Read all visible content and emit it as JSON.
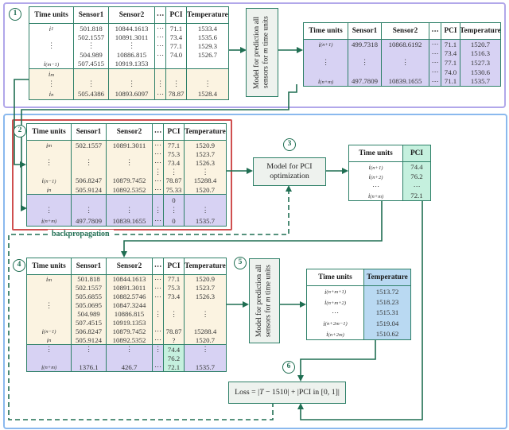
{
  "colors": {
    "white": "#ffffff",
    "beige": "#fbf3e1",
    "lavender": "#d7d2f3",
    "mint": "#c5f0de",
    "blue": "#b9d9f2",
    "green_line": "#1f6e52",
    "table_border": "#2e8068",
    "red_box": "#cf4f4f",
    "purple_box": "#b1a7ea",
    "blue_box": "#8ab9ee"
  },
  "steps": [
    "1",
    "2",
    "3",
    "4",
    "5",
    "6"
  ],
  "backprop_label": "backpropagation",
  "loss_formula": "Loss = |T − 1510| + |PCI in [0, 1]|",
  "models": {
    "predict": {
      "line1": "Model for prediction all",
      "line2": "sensors for m time units"
    },
    "pci": {
      "line1": "Model for PCI",
      "line2": "optimization"
    }
  },
  "tables": {
    "t1": {
      "headers": [
        "Time units",
        "Sensor1",
        "Sensor2",
        "⋯",
        "PCI",
        "Temperature"
      ],
      "sections": [
        {
          "bg": "white",
          "rows": [
            [
              "i_1",
              "501.818",
              "10844.1613",
              "⋯",
              "71.1",
              "1533.4"
            ],
            [
              "",
              "502.1557",
              "10891.3011",
              "⋯",
              "73.4",
              "1535.6"
            ],
            [
              "⋮",
              "⋮",
              "⋮",
              "⋯",
              "77.1",
              "1529.3"
            ],
            [
              "",
              "504.989",
              "10886.815",
              "⋯",
              "74.0",
              "1526.7"
            ],
            [
              "i_(m−1)",
              "507.4515",
              "10919.1353",
              "",
              "",
              ""
            ]
          ]
        },
        {
          "bg": "beige",
          "rows": [
            [
              "i_m",
              "",
              "",
              "",
              "",
              ""
            ],
            [
              "⋮",
              "⋮",
              "⋮",
              "⋮",
              "⋮",
              "⋮"
            ],
            [
              "i_n",
              "505.4386",
              "10893.6097",
              "⋯",
              "78.87",
              "1528.4"
            ]
          ]
        }
      ]
    },
    "t1_pred": {
      "headers": [
        "Time units",
        "Sensor1",
        "Sensor2",
        "⋯",
        "PCI",
        "Temperature"
      ],
      "sections": [
        {
          "bg": "lavender",
          "rows": [
            [
              "i_(n+1)",
              "499.7318",
              "10868.6192",
              "⋯",
              "71.1",
              "1520.7"
            ],
            [
              "",
              "",
              "",
              "⋯",
              "73.4",
              "1516.3"
            ],
            [
              "⋮",
              "⋮",
              "⋮",
              "⋯",
              "77.1",
              "1527.3"
            ],
            [
              "",
              "",
              "",
              "⋯",
              "74.0",
              "1530.6"
            ],
            [
              "i_(n+m)",
              "497.7809",
              "10839.1655",
              "⋯",
              "71.1",
              "1535.7"
            ]
          ]
        }
      ]
    },
    "t2": {
      "headers": [
        "Time units",
        "Sensor1",
        "Sensor2",
        "⋯",
        "PCI",
        "Temperature"
      ],
      "sections": [
        {
          "bg": "beige",
          "rows": [
            [
              "i_m",
              "502.1557",
              "10891.3011",
              "⋯",
              "77.1",
              "1520.9"
            ],
            [
              "",
              "",
              "",
              "⋯",
              "75.3",
              "1523.7"
            ],
            [
              "⋮",
              "⋮",
              "⋮",
              "⋯",
              "73.4",
              "1526.3"
            ],
            [
              "",
              "",
              "",
              "⋮",
              "⋮",
              "⋮"
            ],
            [
              "i_(n−1)",
              "506.8247",
              "10879.7452",
              "⋯",
              "78.87",
              "15288.4"
            ],
            [
              "i_n",
              "505.9124",
              "10892.5352",
              "⋯",
              "75.33",
              "1520.7"
            ]
          ]
        },
        {
          "bg": "lavender",
          "rows": [
            [
              "",
              "",
              "",
              "",
              "0",
              ""
            ],
            [
              "⋮",
              "⋮",
              "⋮",
              "⋮",
              "⋮",
              "⋮"
            ],
            [
              "i_(n+m)",
              "497.7809",
              "10839.1655",
              "⋯",
              "0",
              "1535.7"
            ]
          ]
        }
      ]
    },
    "t3": {
      "headers": [
        "Time units",
        "PCI"
      ],
      "header_bg": [
        null,
        "mint"
      ],
      "col_bg": [
        null,
        "mint"
      ],
      "sections": [
        {
          "bg": "white",
          "rows": [
            [
              "i_(n+1)",
              "74.4"
            ],
            [
              "i_(n+2)",
              "76.2"
            ],
            [
              "⋯",
              "⋯"
            ],
            [
              "i_(n+m)",
              "72.1"
            ]
          ]
        }
      ]
    },
    "t4": {
      "headers": [
        "Time units",
        "Sensor1",
        "Sensor2",
        "⋯",
        "PCI",
        "Temperature"
      ],
      "sections": [
        {
          "bg": "beige",
          "rows": [
            [
              "i_m",
              "501.818",
              "10844.1613",
              "⋯",
              "77.1",
              "1520.9"
            ],
            [
              "",
              "502.1557",
              "10891.3011",
              "⋯",
              "75.3",
              "1523.7"
            ],
            [
              "",
              "505.6855",
              "10882.5746",
              "⋯",
              "73.4",
              "1526.3"
            ],
            [
              "⋮",
              "505.0695",
              "10847.3244",
              "",
              "",
              ""
            ],
            [
              "",
              "504.989",
              "10886.815",
              "⋮",
              "⋮",
              "⋮"
            ],
            [
              "",
              "507.4515",
              "10919.1353",
              "",
              "",
              ""
            ],
            [
              "i_(n−1)",
              "506.8247",
              "10879.7452",
              "⋯",
              "78.87",
              "15288.4"
            ],
            [
              "i_n",
              "505.9124",
              "10892.5352",
              "⋯",
              "?",
              "1520.7"
            ]
          ]
        },
        {
          "bg": "lavender",
          "rows": [
            [
              "⋮",
              "⋮",
              "⋮",
              "⋮",
              {
                "t": "74.4",
                "bg": "mint"
              },
              "⋮"
            ],
            [
              "",
              "",
              "",
              "",
              {
                "t": "76.2",
                "bg": "mint"
              },
              ""
            ],
            [
              "i_(n+m)",
              "1376.1",
              "426.7",
              "⋯",
              {
                "t": "72.1",
                "bg": "mint"
              },
              "1535.7"
            ]
          ]
        }
      ]
    },
    "t5": {
      "headers": [
        "Time units",
        "Temperature"
      ],
      "header_bg": [
        null,
        "blue"
      ],
      "col_bg": [
        null,
        "blue"
      ],
      "sections": [
        {
          "bg": "white",
          "rows": [
            [
              "i_(n+m+1)",
              "1513.72"
            ],
            [
              "i_(n+m+2)",
              "1518.23"
            ],
            [
              "⋯",
              "1515.31"
            ],
            [
              "i_(n+2m−1)",
              "1519.04"
            ],
            [
              "i_(n+2m)",
              "1510.62"
            ]
          ]
        }
      ]
    }
  }
}
